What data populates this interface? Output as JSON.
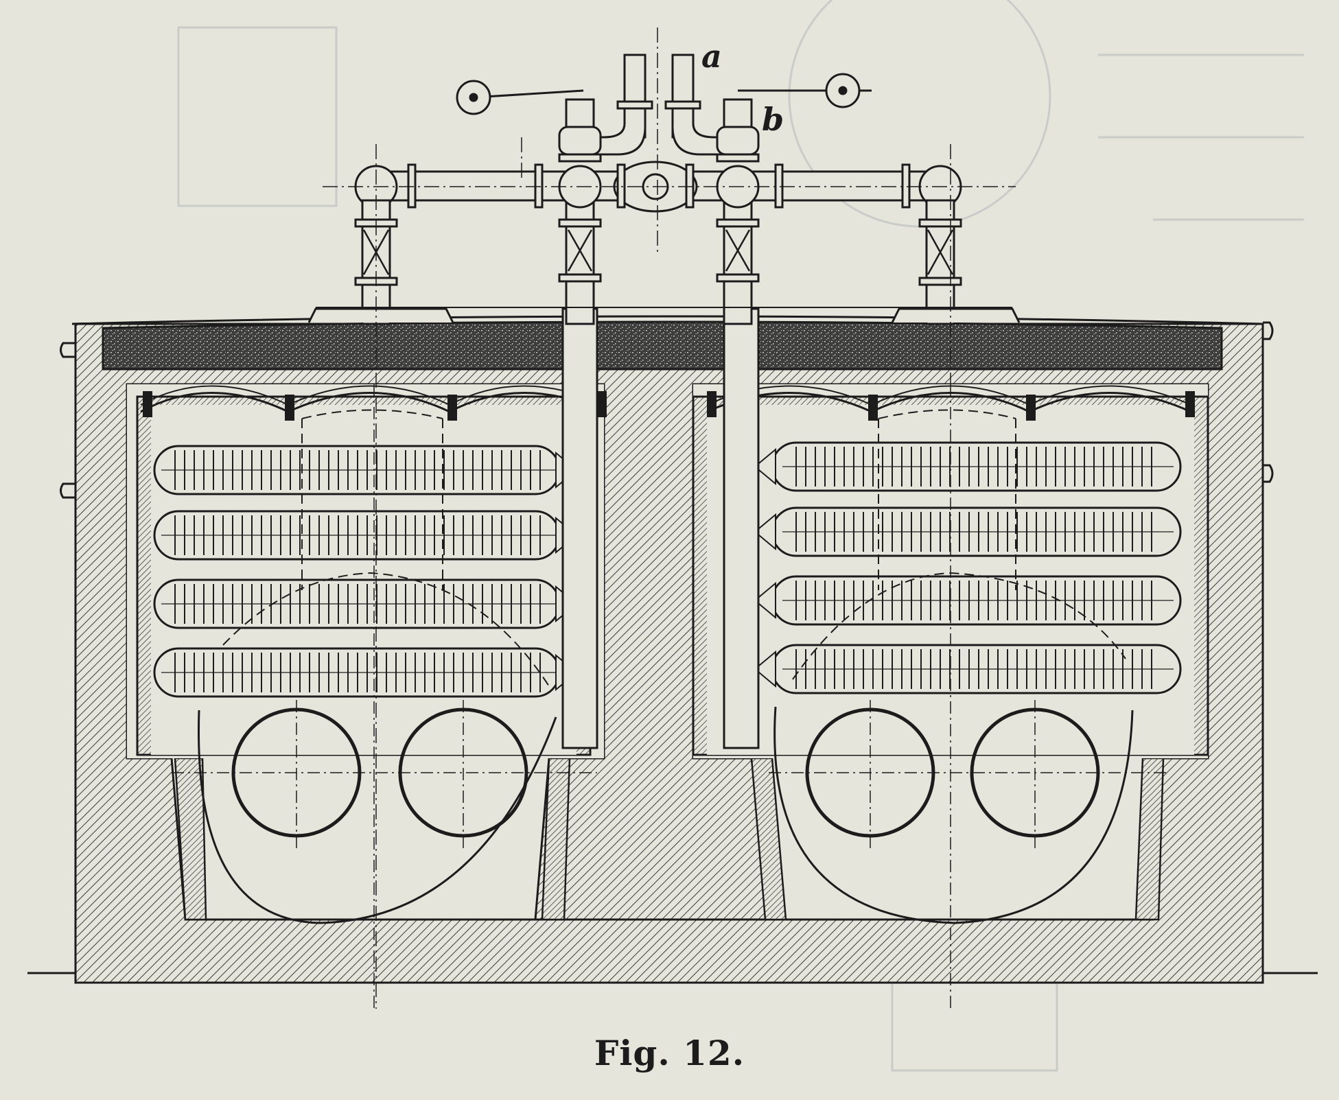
{
  "figure": {
    "caption": "Fig. 12.",
    "labels": {
      "a": "a",
      "b": "b"
    }
  },
  "colors": {
    "paper": "#e6e5db",
    "ink": "#1c1c1c",
    "hatch": "#3a3a3a",
    "ghost": "#c9ccc8"
  },
  "structure": {
    "chambers": 2,
    "radiator_banks_per_chamber": 4,
    "boiler_drums_per_chamber": 2,
    "valves_on_manifold": 4
  },
  "icons": [
    "shut-off-valve-icon",
    "handwheel-icon",
    "pipe-elbow-icon"
  ]
}
